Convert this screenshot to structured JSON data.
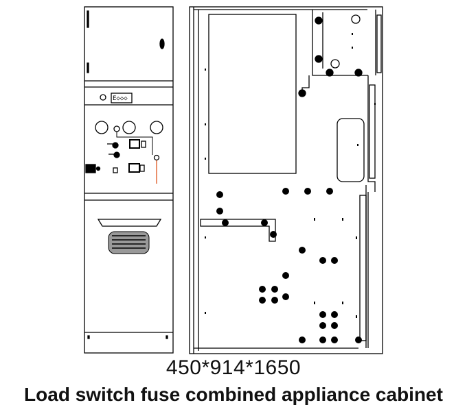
{
  "dimensions": "450*914*1650",
  "caption": "Load switch fuse combined appliance cabinet",
  "panel_label": "E◇◇◇",
  "colors": {
    "line": "#000000",
    "background": "#ffffff",
    "accent": "#e0612c"
  }
}
